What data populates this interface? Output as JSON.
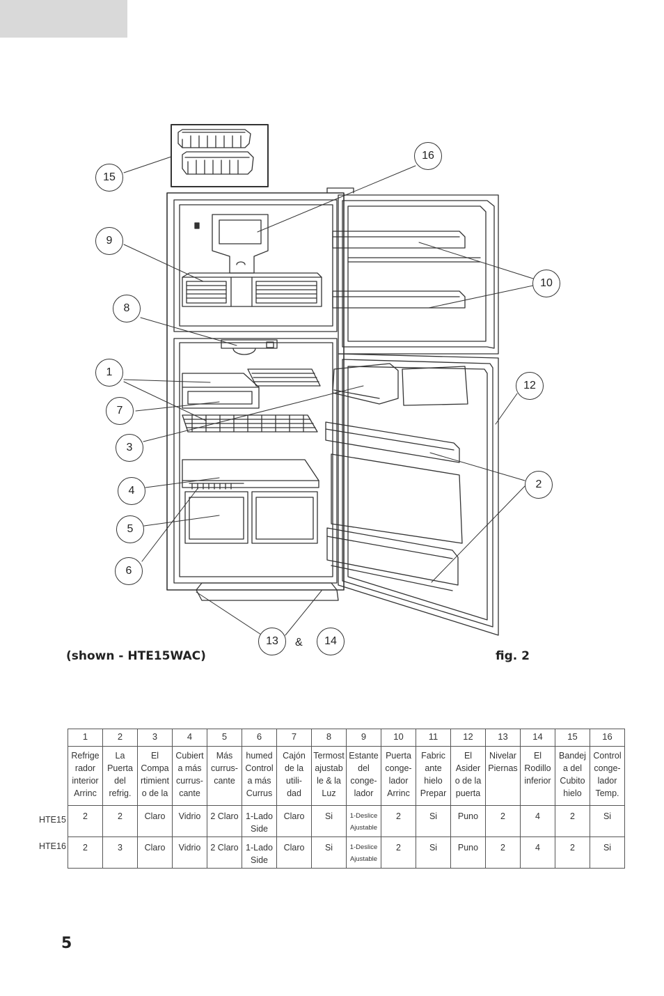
{
  "callouts": {
    "c1": "1",
    "c2": "2",
    "c3": "3",
    "c4": "4",
    "c5": "5",
    "c6": "6",
    "c7": "7",
    "c8": "8",
    "c9": "9",
    "c10": "10",
    "c12": "12",
    "c13": "13",
    "c14": "14",
    "c15": "15",
    "c16": "16",
    "amp": "&"
  },
  "captions": {
    "shown": "(shown - HTE15WAC)",
    "fig": "fig. 2"
  },
  "table": {
    "numbers": [
      "1",
      "2",
      "3",
      "4",
      "5",
      "6",
      "7",
      "8",
      "9",
      "10",
      "11",
      "12",
      "13",
      "14",
      "15",
      "16"
    ],
    "descriptions": [
      "Refrige\nrador\ninterior\nArrinc",
      "La\nPuerta\ndel\nrefrig.",
      "El\nCompa\nrtimient\no de la",
      "Cubiert\na más\ncurrus-\ncante",
      "Más\ncurrus-\ncante",
      "humed\nControl\na más\nCurrus",
      "Cajón\nde la\nutili-\ndad",
      "Termost\najustab\nle & la\nLuz",
      "Estante\ndel\nconge-\nlador",
      "Puerta\nconge-\nlador\nArrinc",
      "Fabric\nante\nhielo\nPrepar",
      "El\nAsider\no de la\npuerta",
      "Nivelar\nPiernas",
      "El\nRodillo\ninferior",
      "Bandej\na del\nCubito\nhielo",
      "Control\nconge-\nlador\nTemp."
    ],
    "rows": [
      {
        "label": "HTE15",
        "values": [
          "2",
          "2",
          "Claro",
          "Vidrio",
          "2 Claro",
          "1-Lado\nSide",
          "Claro",
          "Si",
          "1-Deslice\nAjustable",
          "2",
          "Si",
          "Puno",
          "2",
          "4",
          "2",
          "Si"
        ]
      },
      {
        "label": "HTE16",
        "values": [
          "2",
          "3",
          "Claro",
          "Vidrio",
          "2 Claro",
          "1-Lado\nSide",
          "Claro",
          "Si",
          "1-Deslice\nAjustable",
          "2",
          "Si",
          "Puno",
          "2",
          "4",
          "2",
          "Si"
        ]
      }
    ]
  },
  "page_number": "5"
}
